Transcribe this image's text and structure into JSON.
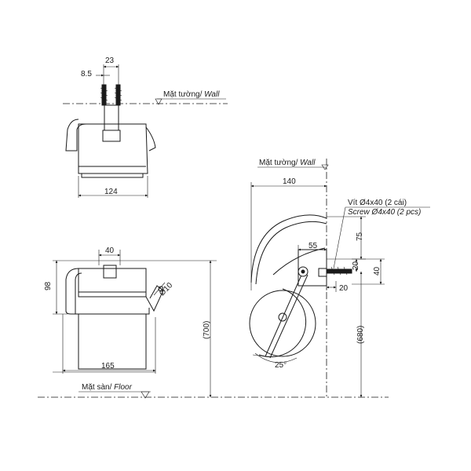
{
  "labels": {
    "wall": "Mặt tường/",
    "wall_en": "Wall",
    "floor": "Mặt sàn/",
    "floor_en": "Floor",
    "screw_vn": "Vít Ø4x40 (2 cái)",
    "screw_en": "Screw Ø4x40 (2 pcs)"
  },
  "dims": {
    "top_23": "23",
    "top_8_5": "8.5",
    "top_124": "124",
    "front_40": "40",
    "front_98": "98",
    "front_d10": "Ø10",
    "front_165": "165",
    "front_700": "(700)",
    "side_140": "140",
    "side_55": "55",
    "side_75": "75",
    "side_20a": "20",
    "side_40": "40",
    "side_20b": "20",
    "side_680": "(680)",
    "side_25deg": "25°"
  }
}
